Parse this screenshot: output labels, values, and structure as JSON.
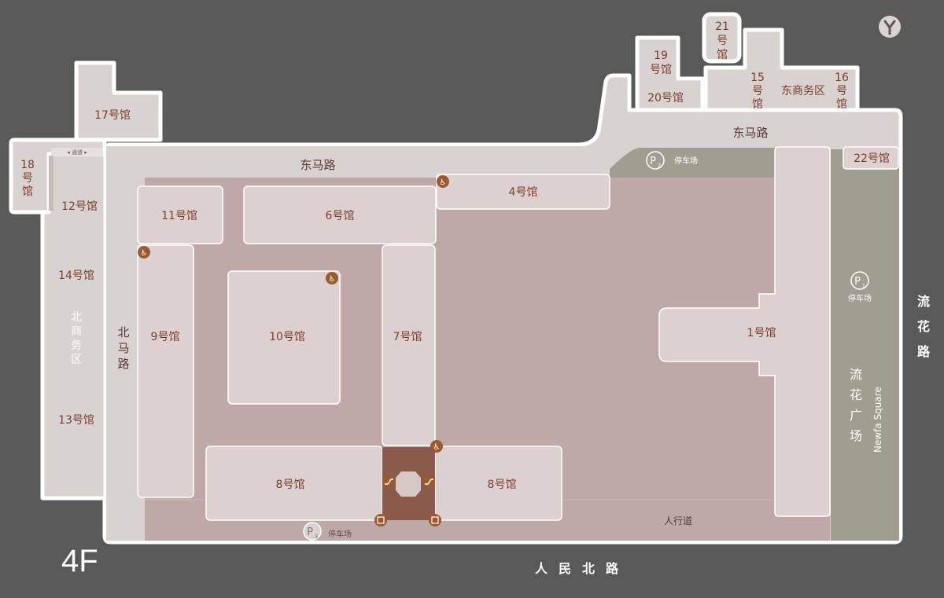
{
  "floor": "4F",
  "colors": {
    "background": "#595959",
    "outline": "#ffffff",
    "road": "#d8d2d1",
    "hall": "#ddd0d0",
    "courtyard": "#bea9a8",
    "plaza": "#a09d91",
    "accent": "#7a3e2a",
    "connector": "#8a5a4a"
  },
  "halls": {
    "h1": "1号馆",
    "h4": "4号馆",
    "h6": "6号馆",
    "h7": "7号馆",
    "h8a": "8号馆",
    "h8b": "8号馆",
    "h9": "9号馆",
    "h10": "10号馆",
    "h11": "11号馆",
    "h12": "12号馆",
    "h13": "13号馆",
    "h14": "14号馆",
    "h15": "15号馆",
    "h16": "16号馆",
    "h17": "17号馆",
    "h18": "18号馆",
    "h19": "19号馆",
    "h20": "20号馆",
    "h21": "21号馆",
    "h22": "22号馆"
  },
  "zones": {
    "east_business": "东商务区",
    "north_business": "北商务区"
  },
  "roads": {
    "dongma_upper": "东马路",
    "dongma_lower": "东马路",
    "beima": "北马路",
    "sidewalk": "人行道",
    "passage": "◂ 通道 ▸"
  },
  "plaza": {
    "name_cn": "流花广场",
    "name_en": "Newfa Square"
  },
  "parking": {
    "p1": {
      "code": "P",
      "num": "1",
      "label": "停车场"
    },
    "p2": {
      "code": "P",
      "num": "2",
      "label": "停车场"
    },
    "p3": {
      "code": "P",
      "num": "3",
      "label": "停车场"
    }
  },
  "streets": {
    "south": "人民北路",
    "east": "流花路"
  },
  "icons": {
    "restroom": "restroom-icon",
    "escalator": "escalator-icon",
    "stairs": "stairs-icon",
    "parking": "parking-icon",
    "logo": "venue-logo-icon"
  }
}
